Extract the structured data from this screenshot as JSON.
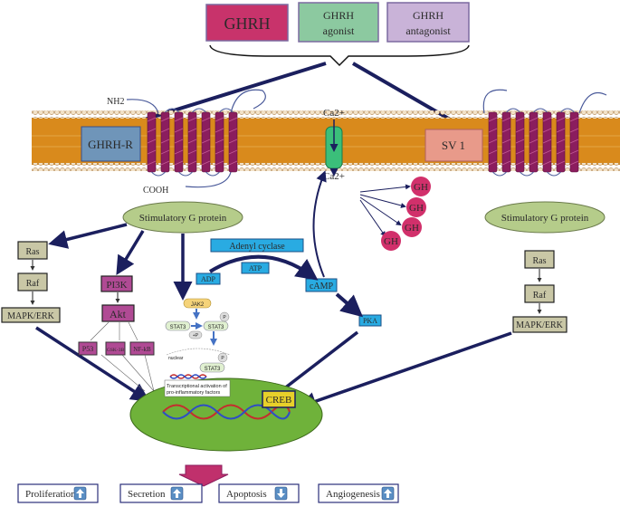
{
  "ligands": {
    "ghrh": "GHRH",
    "agonist_1": "GHRH",
    "agonist_2": "agonist",
    "antagonist_1": "GHRH",
    "antagonist_2": "antagonist"
  },
  "membrane": {
    "nh2": "NH2",
    "cooh": "COOH",
    "ghrh_r": "GHRH-R",
    "sv1": "SV 1",
    "ca_top": "Ca2+",
    "ca_bottom": "Ca2+"
  },
  "gh": [
    "GH",
    "GH",
    "GH",
    "GH"
  ],
  "left": {
    "g_protein": "Stimulatory G protein",
    "ras": "Ras",
    "raf": "Raf",
    "mapk": "MAPK/ERK",
    "pi3k": "PI3K",
    "akt": "Akt",
    "p53": "P53",
    "gsk": "GSK-3B",
    "nfkb": "NF-kB"
  },
  "right": {
    "g_protein": "Stimulatory G protein",
    "ras": "Ras",
    "raf": "Raf",
    "mapk": "MAPK/ERK"
  },
  "camp_path": {
    "adenyl": "Adenyl cyclase",
    "atp": "ATP",
    "adp": "ADP",
    "camp": "cAMP",
    "pka": "PKA",
    "creb": "CREB"
  },
  "jak": {
    "jak2": "JAK2",
    "stat3a": "STAT3",
    "stat3b": "STAT3",
    "stat3c": "STAT3",
    "p1": "P",
    "p2": "P",
    "plus_p": "+P",
    "nuclear": "nuclear",
    "caption_1": "Transcriptional activation of",
    "caption_2": "pro-inflammatory factors"
  },
  "outcomes": [
    {
      "label": "Proliferation",
      "direction": "up"
    },
    {
      "label": "Secretion",
      "direction": "up"
    },
    {
      "label": "Apoptosis",
      "direction": "down"
    },
    {
      "label": "Angiogenesis",
      "direction": "up"
    }
  ],
  "colors": {
    "ghrh": "#c8336b",
    "agonist": "#8cc9a0",
    "antagonist": "#c9b3d8",
    "receptor": "#8b1d5e",
    "membrane": "#d98a1c",
    "g_protein": "#b5cc8a",
    "nucleus": "#6fb23a",
    "cyclase": "#29abe2",
    "arrow": "#1b1f5e"
  }
}
